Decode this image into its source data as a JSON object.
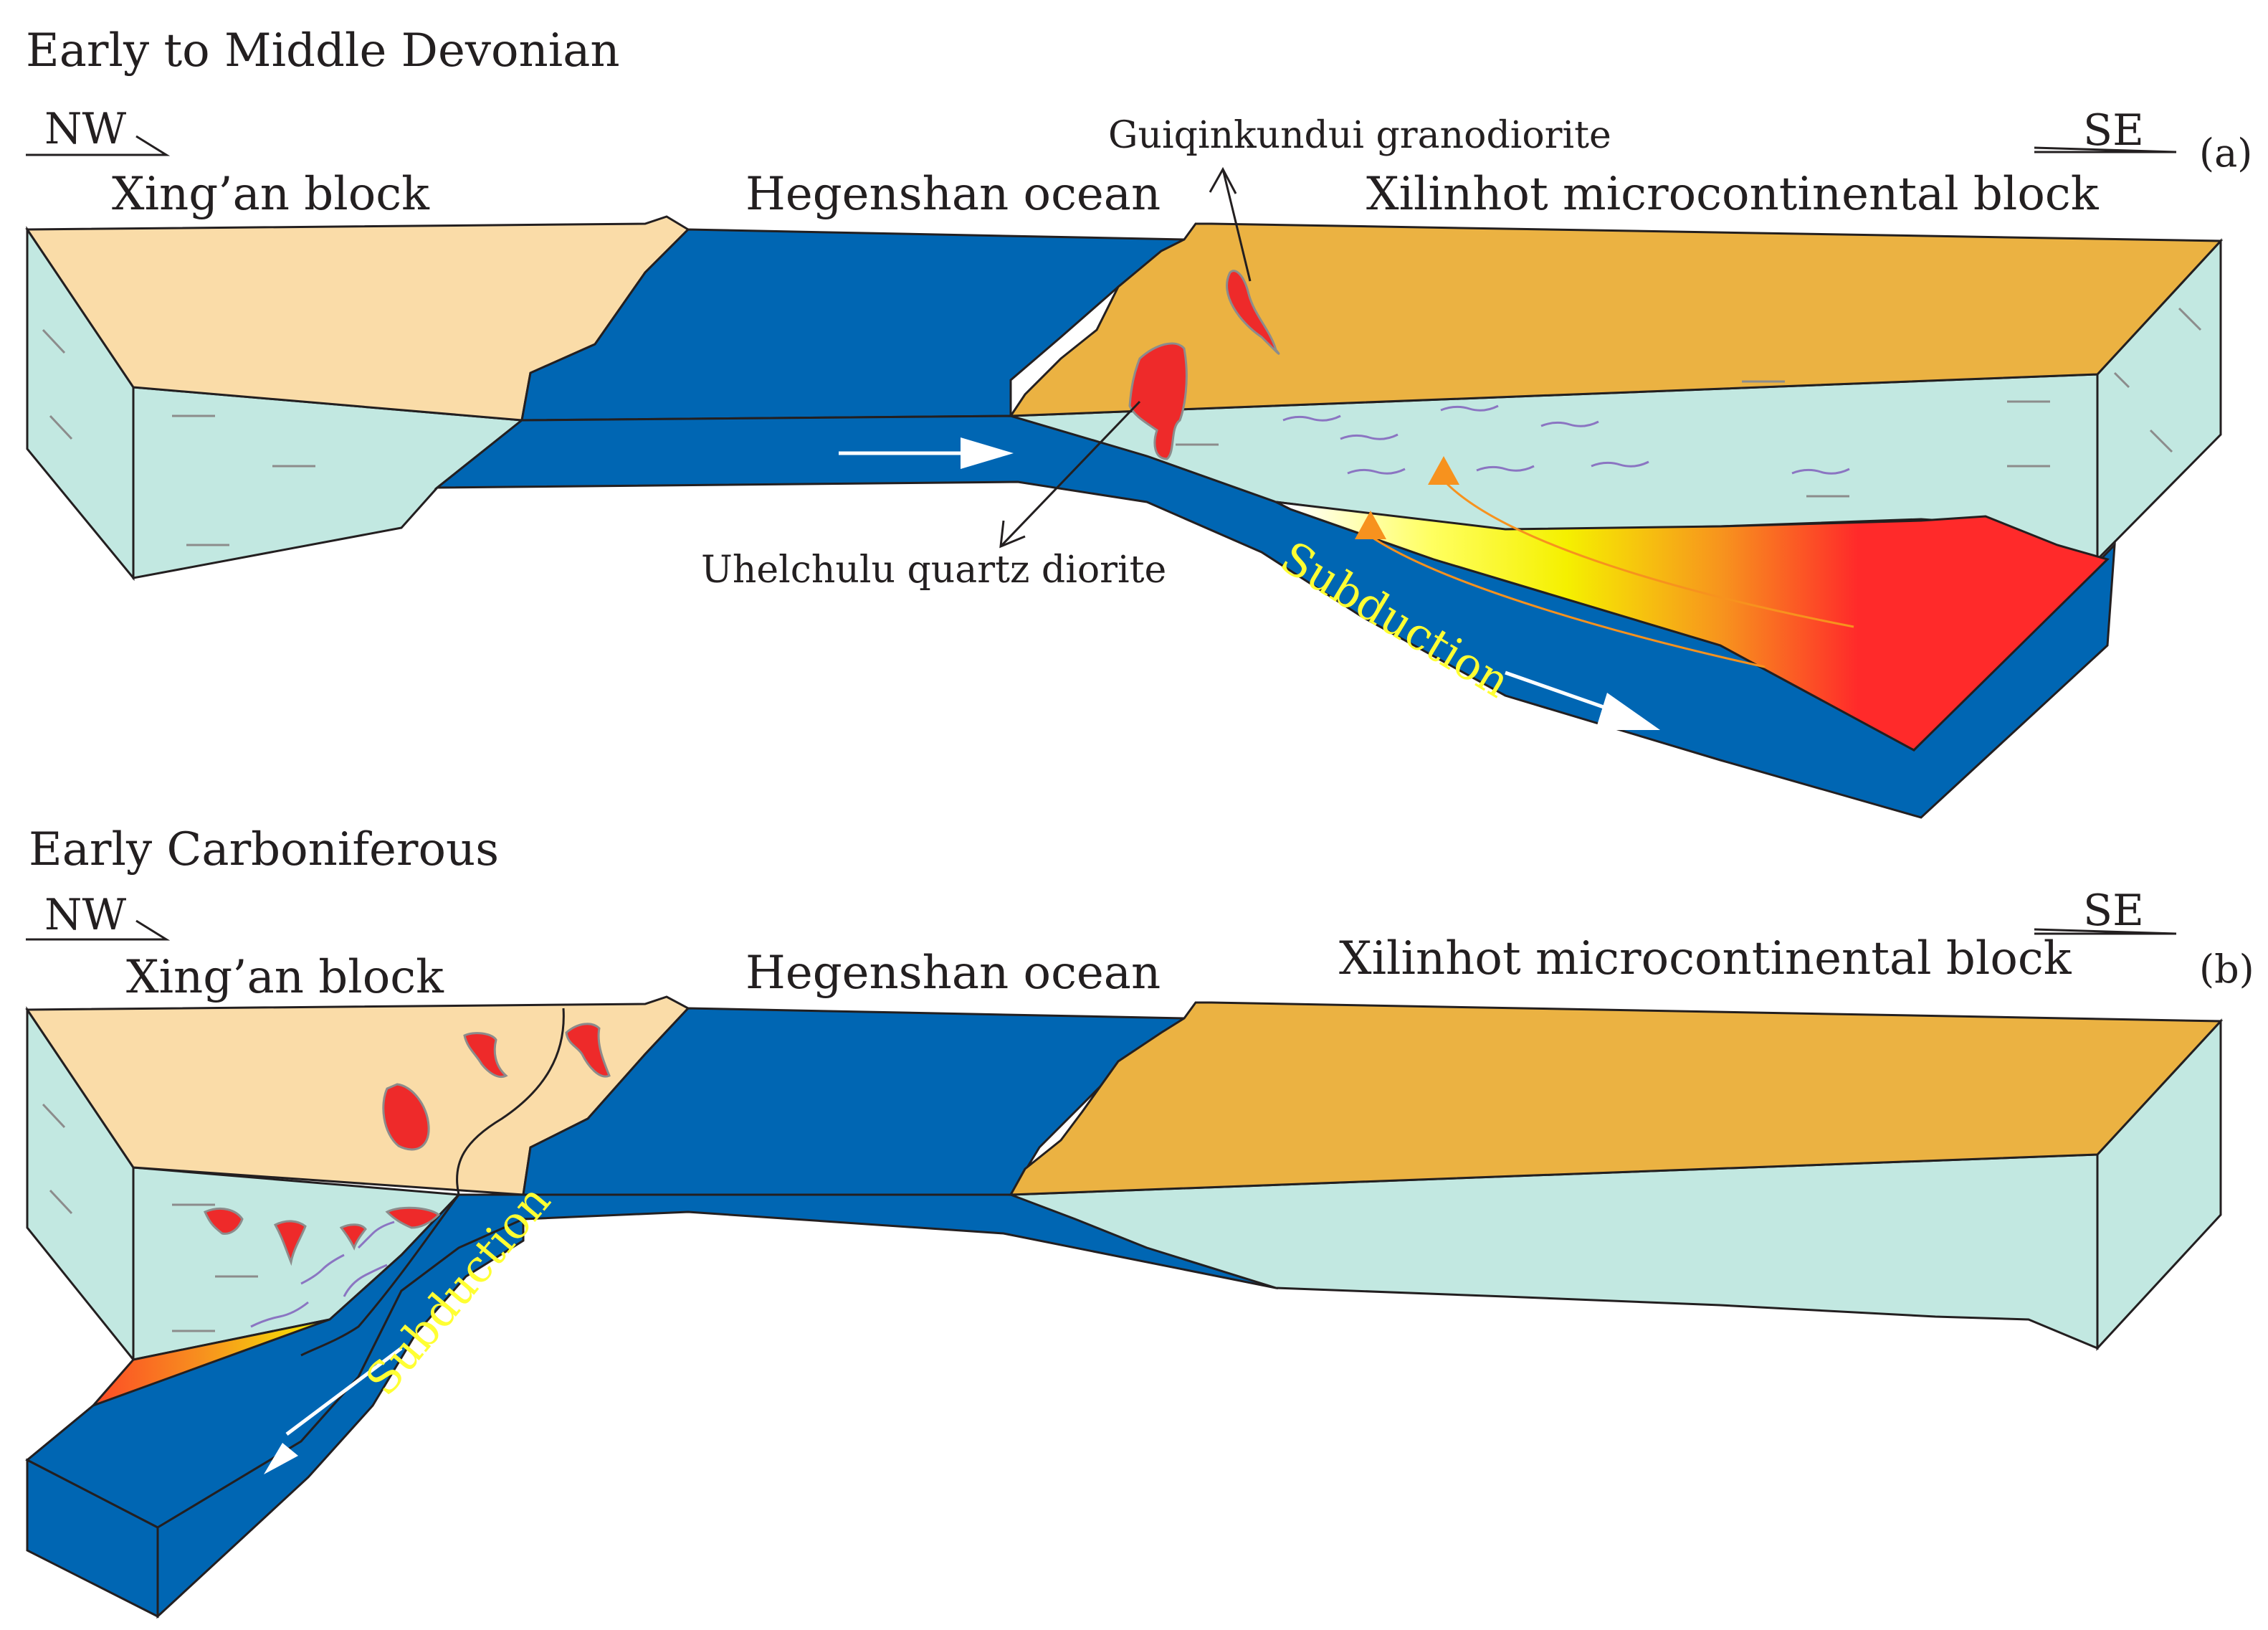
{
  "panels": [
    {
      "id": "a",
      "title": "Early to Middle Devonian",
      "tag": "(a)",
      "directions": {
        "left": "NW",
        "right": "SE"
      },
      "labels": {
        "left_block": "Xing’an block",
        "ocean": "Hegenshan ocean",
        "right_block": "Xilinhot microcontinental block",
        "intrusion_upper": "Guiqinkundui granodiorite",
        "intrusion_lower": "Uhelchulu quartz diorite",
        "process": "Subduction"
      }
    },
    {
      "id": "b",
      "title": "Early Carboniferous",
      "tag": "(b)",
      "directions": {
        "left": "NW",
        "right": "SE"
      },
      "labels": {
        "left_block": "Xing’an block",
        "ocean": "Hegenshan ocean",
        "right_block": "Xilinhot microcontinental block",
        "process": "Subduction"
      }
    }
  ],
  "colors": {
    "ocean": "#0066b3",
    "continent_light": "#fadca8",
    "continent_dark": "#ebb242",
    "crust_side": "#c2e8e1",
    "magma_hot": "#ff2a2a",
    "magma_warm": "#f7921e",
    "magma_yellow": "#ffff00",
    "pluton": "#ee2a2a",
    "subduction_text": "#ffff33",
    "fluid_arrow": "#f7921e",
    "vein": "#8b75c2"
  }
}
